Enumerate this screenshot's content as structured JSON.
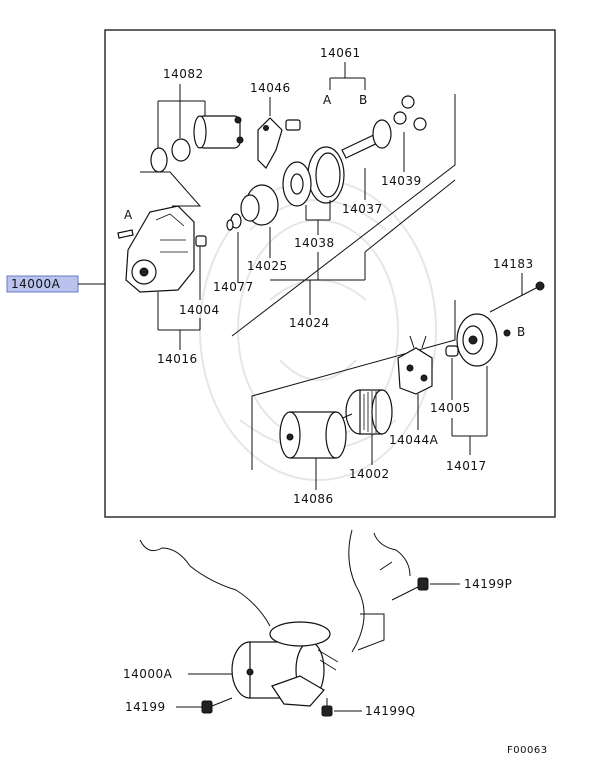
{
  "parts": {
    "p14000A_top": "14000A",
    "p14082": "14082",
    "p14046": "14046",
    "p14061": "14061",
    "sub_A": "A",
    "sub_B": "B",
    "p14039": "14039",
    "p14037": "14037",
    "p14038": "14038",
    "p14025": "14025",
    "p14077": "14077",
    "p14024": "14024",
    "p14004": "14004",
    "p14016": "14016",
    "ref_A": "A",
    "ref_B": "B",
    "p14183": "14183",
    "p14005": "14005",
    "p14017": "14017",
    "p14044A": "14044A",
    "p14002": "14002",
    "p14086": "14086",
    "p14199P": "14199P",
    "p14000A_bottom": "14000A",
    "p14199": "14199",
    "p14199Q": "14199Q"
  },
  "figure_code": "F00063"
}
